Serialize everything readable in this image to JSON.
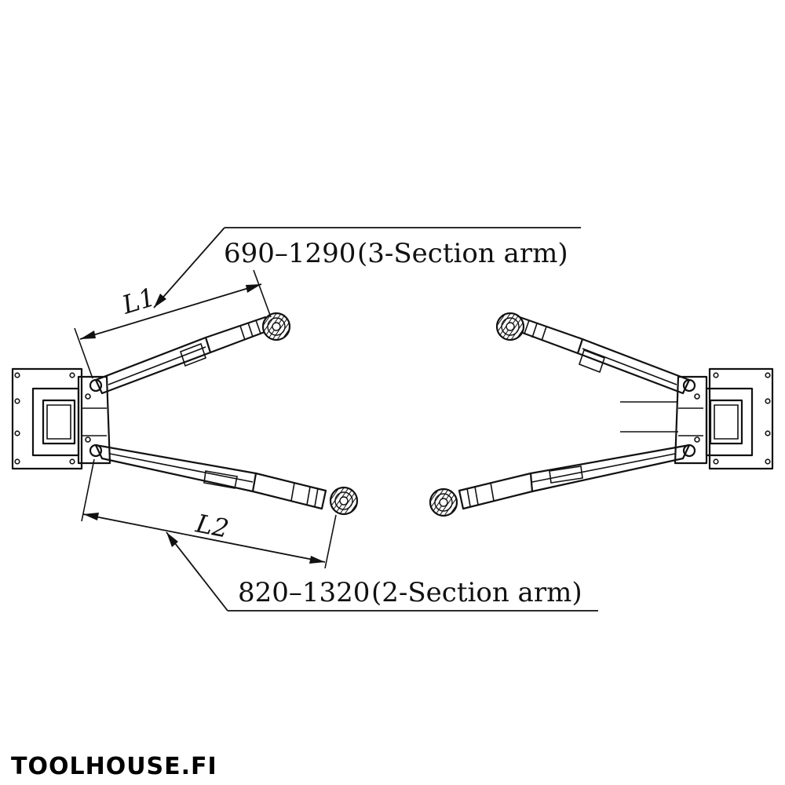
{
  "diagram": {
    "l1": {
      "symbol": "L1",
      "range": "690–1290",
      "note": "(3-Section arm)"
    },
    "l2": {
      "symbol": "L2",
      "range": "820–1320",
      "note": "(2-Section arm)"
    }
  },
  "brand": "TOOLHOUSE.FI"
}
